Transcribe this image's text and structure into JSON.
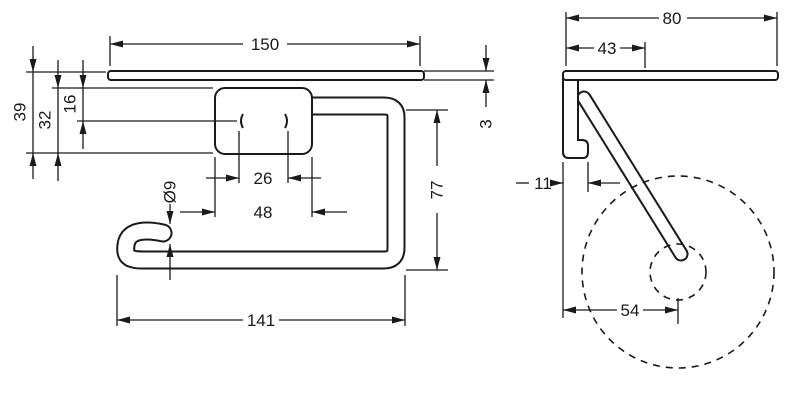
{
  "meta": {
    "background": "#ffffff",
    "line_color": "#1a1a1a"
  },
  "front_view": {
    "shelf_width": "150",
    "overall_height": "39",
    "plate_height": "32",
    "clip_offset": "16",
    "clip_spacing": "26",
    "plate_width": "48",
    "bar_diameter": "Ø9",
    "holder_height": "77",
    "shelf_thickness": "3",
    "holder_width": "141"
  },
  "side_view": {
    "shelf_depth": "80",
    "shelf_front_depth": "43",
    "bracket_depth": "11",
    "roll_center_offset": "54"
  }
}
